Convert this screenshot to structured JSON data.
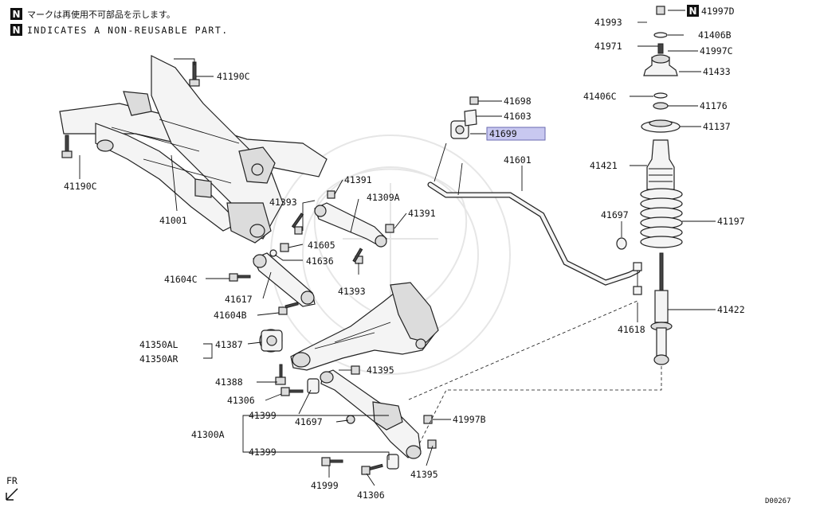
{
  "legend": {
    "badge": "N",
    "line1": "マークは再使用不可部品を示します。",
    "line2": "INDICATES A NON-REUSABLE PART."
  },
  "orientation": {
    "text": "FR"
  },
  "diagram_id": "D00267",
  "colors": {
    "highlight": "#c8c8f0",
    "line": "#111111"
  },
  "callouts": {
    "c41190C_top": "41190C",
    "c41190C_left": "41190C",
    "c41001": "41001",
    "c41393_a": "41393",
    "c41391_a": "41391",
    "c41309A": "41309A",
    "c41391_b": "41391",
    "c41605": "41605",
    "c41636": "41636",
    "c41393_b": "41393",
    "c41604C": "41604C",
    "c41617": "41617",
    "c41604B": "41604B",
    "c41350AL": "41350AL",
    "c41350AR": "41350AR",
    "c41387": "41387",
    "c41388": "41388",
    "c41306_a": "41306",
    "c41395_a": "41395",
    "c41399_a": "41399",
    "c41697_a": "41697",
    "c41300A": "41300A",
    "c41399_b": "41399",
    "c41997B": "41997B",
    "c41999": "41999",
    "c41306_b": "41306",
    "c41395_b": "41395",
    "c41698": "41698",
    "c41603": "41603",
    "c41699": "41699",
    "c41601": "41601",
    "c41697_b": "41697",
    "c41618": "41618",
    "c41993": "41993",
    "c41997D": "41997D",
    "c41406B": "41406B",
    "c41971": "41971",
    "c41997C": "41997C",
    "c41433": "41433",
    "c41406C": "41406C",
    "c41176": "41176",
    "c41137": "41137",
    "c41421": "41421",
    "c41197": "41197",
    "c41422": "41422"
  },
  "non_reusable": [
    "41997D"
  ],
  "highlighted": [
    "41699"
  ]
}
